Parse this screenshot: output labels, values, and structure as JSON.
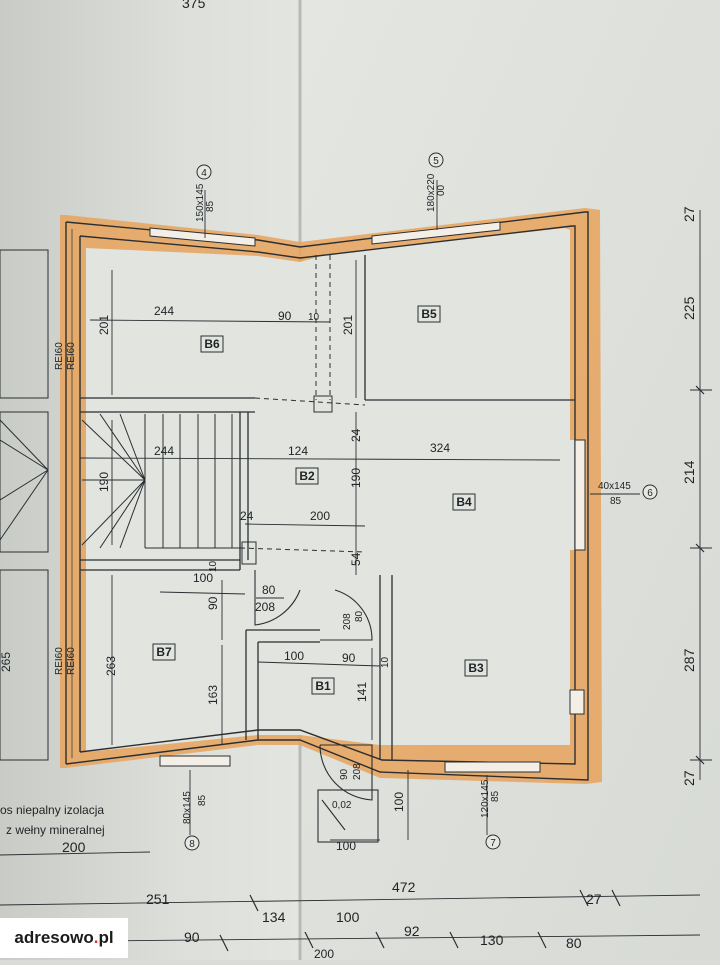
{
  "brand": {
    "name": "adresowo",
    "dot": ".",
    "tld": "pl"
  },
  "rooms": {
    "b1": "B1",
    "b2": "B2",
    "b3": "B3",
    "b4": "B4",
    "b5": "B5",
    "b6": "B6",
    "b7": "B7"
  },
  "walls": {
    "rei_top": "REI60",
    "rei_bottom": "REI60"
  },
  "windows": {
    "w4": {
      "num": "4",
      "size": "150x145",
      "sill": "85"
    },
    "w5": {
      "num": "5",
      "size": "180x220",
      "sill": "00"
    },
    "w6": {
      "num": "6",
      "size": "40x145",
      "sill": "85"
    },
    "w7": {
      "num": "7",
      "size": "120x145",
      "sill": "85"
    },
    "w8": {
      "num": "8",
      "size": "80x145",
      "sill": "85"
    }
  },
  "doors": {
    "d1": {
      "w": "80",
      "h": "208"
    },
    "d2": {
      "w": "80",
      "h": "208"
    },
    "d3": {
      "w": "90",
      "h": "208"
    }
  },
  "dimensions": {
    "top_375": "375",
    "b6_244": "244",
    "b6_90": "90",
    "b6_10": "10",
    "b6_201": "201",
    "b5_201": "201",
    "stair_244": "244",
    "b2_124": "124",
    "b4_324": "324",
    "b2_24": "24",
    "b2_190": "190",
    "stair_190": "190",
    "b2_54": "54",
    "hall_24": "24",
    "hall_200": "200",
    "b7_100": "100",
    "b7_10": "10",
    "b7_90": "90",
    "b7_263": "263",
    "b7_163": "163",
    "b1_100": "100",
    "b1_90": "90",
    "b1_10": "10",
    "b1_141": "141",
    "right_27a": "27",
    "right_225": "225",
    "right_214": "214",
    "right_287": "287",
    "right_27b": "27",
    "ent_100v": "100",
    "ent_100h": "100",
    "ent_002": "0,02",
    "bot_200": "200",
    "bot_251": "251",
    "bot_472": "472",
    "bot_27": "27",
    "row_90": "90",
    "row_134": "134",
    "row_100": "100",
    "row_92": "92",
    "row_130": "130",
    "row_80": "80",
    "row_200": "200",
    "left_cut": "265"
  },
  "notes": {
    "line1": "os niepalny izolacja",
    "line2": "z wełny mineralnej"
  }
}
